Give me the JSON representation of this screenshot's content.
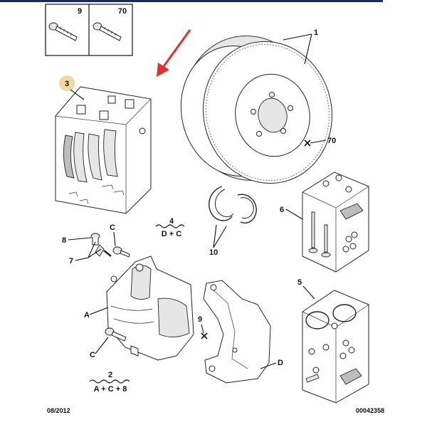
{
  "top_rule_color": "#1a2a5a",
  "arrow_color": "#e03030",
  "highlight_badge_color": "#f3d9a0",
  "screw_box": {
    "labels": [
      "9",
      "70"
    ]
  },
  "callouts": {
    "c1": "1",
    "c3": "3",
    "c70": "70",
    "c6": "6",
    "c4_top": "4",
    "c4_bottom": "D + C",
    "c8": "8",
    "c7": "7",
    "cC_top": "C",
    "c10": "10",
    "cA": "A",
    "c9": "9",
    "cC_bottom": "C",
    "c5": "5",
    "cD": "D",
    "c2_top": "2",
    "c2_bottom": "A + C + 8"
  },
  "footer": {
    "date": "08/2012",
    "ref": "00042358"
  },
  "icons": [
    "screw-icon",
    "red-arrow-icon",
    "cross-marker-icon"
  ]
}
